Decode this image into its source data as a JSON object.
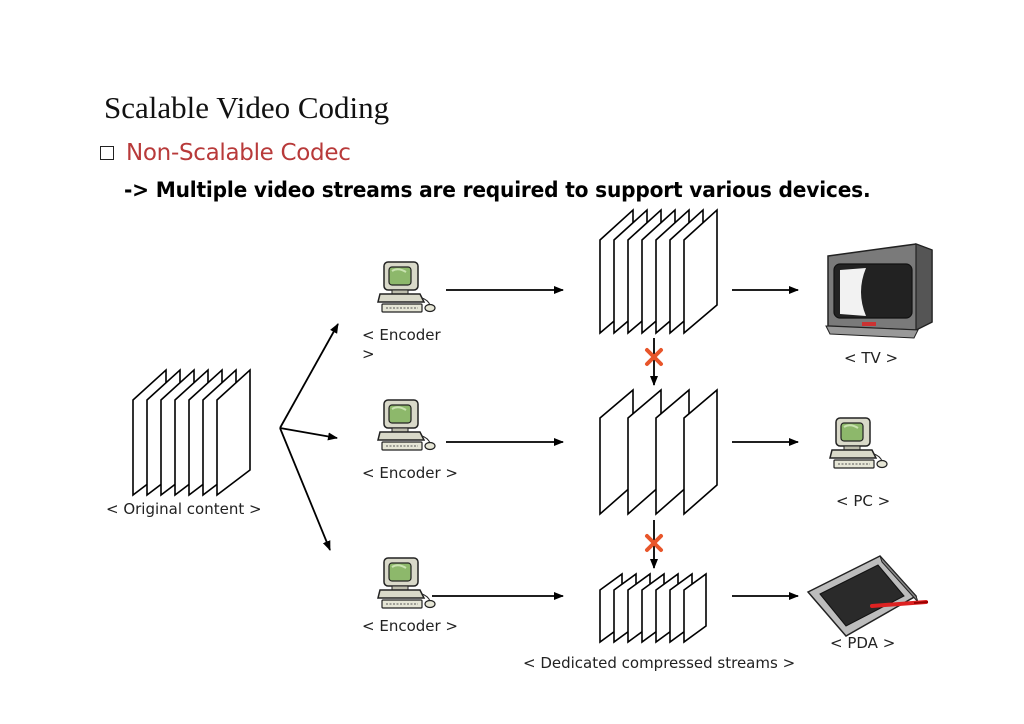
{
  "title": "Scalable Video Coding",
  "section": {
    "bullet": "❑",
    "heading": "Non-Scalable Codec",
    "point": "-> Multiple video streams are required to support various devices."
  },
  "labels": {
    "original": "< Original content >",
    "encoder_top_line1": "< Encoder",
    "encoder_top_line2": ">",
    "encoder_mid": "< Encoder >",
    "encoder_bot": "< Encoder >",
    "streams": "< Dedicated compressed streams >",
    "tv": "< TV >",
    "pc": "< PC >",
    "pda": "< PDA >"
  },
  "colors": {
    "x_mark": "#e8552a",
    "screen": "#8db86b",
    "monitor": "#d8d8c8"
  }
}
